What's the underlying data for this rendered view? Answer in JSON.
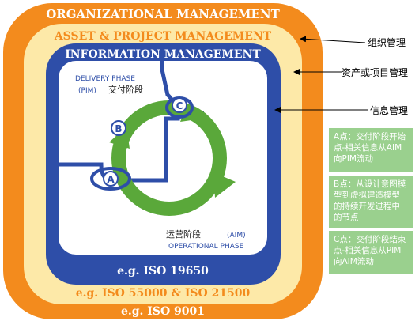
{
  "layers": {
    "organizational": "ORGANIZATIONAL MANAGEMENT",
    "asset_project": "ASSET & PROJECT MANAGEMENT",
    "information": "INFORMATION MANAGEMENT"
  },
  "standards": {
    "iso_19650": "e.g. ISO 19650",
    "iso_55000_21500": "e.g. ISO 55000 & ISO 21500",
    "iso_9001": "e.g. ISO 9001"
  },
  "phases": {
    "delivery_en": "DELIVERY PHASE",
    "delivery_abbr": "(PIM)",
    "delivery_cn": "交付阶段",
    "operational_cn": "运营阶段",
    "operational_abbr": "(AIM)",
    "operational_en": "OPERATIONAL PHASE"
  },
  "points": {
    "a": "A",
    "b": "B",
    "c": "C"
  },
  "callouts": {
    "organizational": "组织管理",
    "asset_project": "资产或项目管理",
    "information": "信息管理"
  },
  "notes": [
    {
      "line1": "A点：交付阶段开始",
      "line2": "点-相关信息从AIM",
      "line3": "向PIM流动"
    },
    {
      "line1": "B点：从设计意图模",
      "line2": "型到虚拟建造模型",
      "line3": "的持续开发过程中",
      "line4": "的节点"
    },
    {
      "line1": "C点：交付阶段结束",
      "line2": "点-相关信息从PIM",
      "line3": "向AIM流动"
    }
  ],
  "colors": {
    "orange": "#f38b1d",
    "yellow": "#fde9a8",
    "blue": "#2e4ea8",
    "green": "#5aa83a",
    "note_bg": "#9ad08e"
  }
}
